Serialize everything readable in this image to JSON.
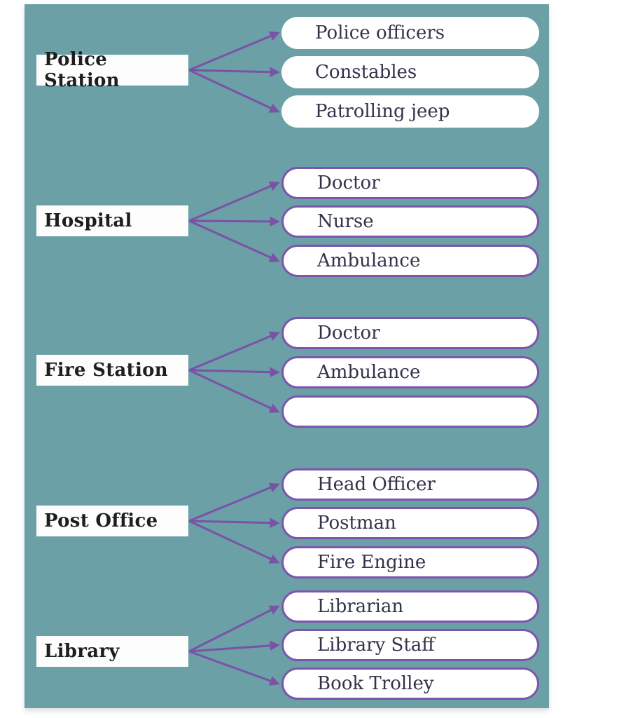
{
  "diagram": {
    "colors": {
      "page_background": "#ffffff",
      "panel_background": "#6aa0a6",
      "arrow": "#7a52a6",
      "pill_border": "#7c55ac",
      "pill_fill": "#ffffff",
      "pill_text": "#32324a",
      "label_background": "#fdfdfd",
      "label_text": "#1e1e1e"
    },
    "groups": [
      {
        "label": "Police Station",
        "pill_bordered": false,
        "items": [
          "Police officers",
          "Constables",
          "Patrolling jeep"
        ]
      },
      {
        "label": "Hospital",
        "pill_bordered": true,
        "items": [
          "Doctor",
          "Nurse",
          "Ambulance"
        ]
      },
      {
        "label": "Fire Station",
        "pill_bordered": true,
        "items": [
          "Doctor",
          "Ambulance",
          ""
        ]
      },
      {
        "label": "Post Office",
        "pill_bordered": true,
        "items": [
          "Head Officer",
          "Postman",
          "Fire Engine"
        ]
      },
      {
        "label": "Library",
        "pill_bordered": true,
        "items": [
          "Librarian",
          "Library Staff",
          "Book Trolley"
        ]
      }
    ]
  }
}
